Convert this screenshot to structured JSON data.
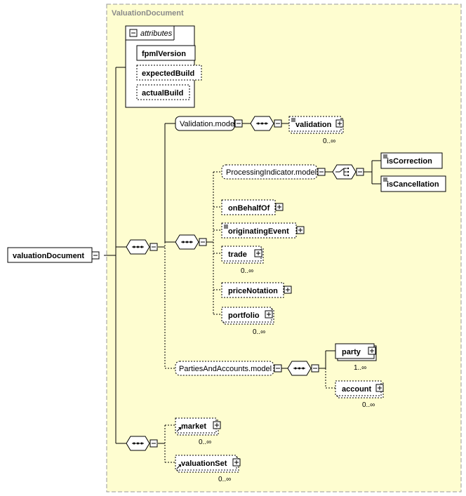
{
  "diagram_title": "ValuationDocument",
  "root": {
    "label": "valuationDocument"
  },
  "attributes": {
    "header": "attributes",
    "items": [
      "fpmlVersion",
      "expectedBuild",
      "actualBuild"
    ]
  },
  "groups": {
    "validation_model": "Validation.model",
    "processing_indicator_model": "ProcessingIndicator.model",
    "parties_and_accounts_model": "PartiesAndAccounts.model"
  },
  "elements": {
    "validation": "validation",
    "is_correction": "isCorrection",
    "is_cancellation": "isCancellation",
    "on_behalf_of": "onBehalfOf",
    "originating_event": "originatingEvent",
    "trade": "trade",
    "price_notation": "priceNotation",
    "portfolio": "portfolio",
    "party": "party",
    "account": "account",
    "market": "market",
    "valuation_set": "valuationSet"
  },
  "cardinality": {
    "validation": "0..∞",
    "trade": "0..∞",
    "portfolio": "0..∞",
    "party": "1..∞",
    "account": "0..∞",
    "market": "0..∞",
    "valuation_set": "0..∞"
  },
  "colors": {
    "container_fill": "#fefdd0",
    "container_border": "#9a9a9a",
    "box_fill": "#ffffff",
    "line": "#000000"
  }
}
